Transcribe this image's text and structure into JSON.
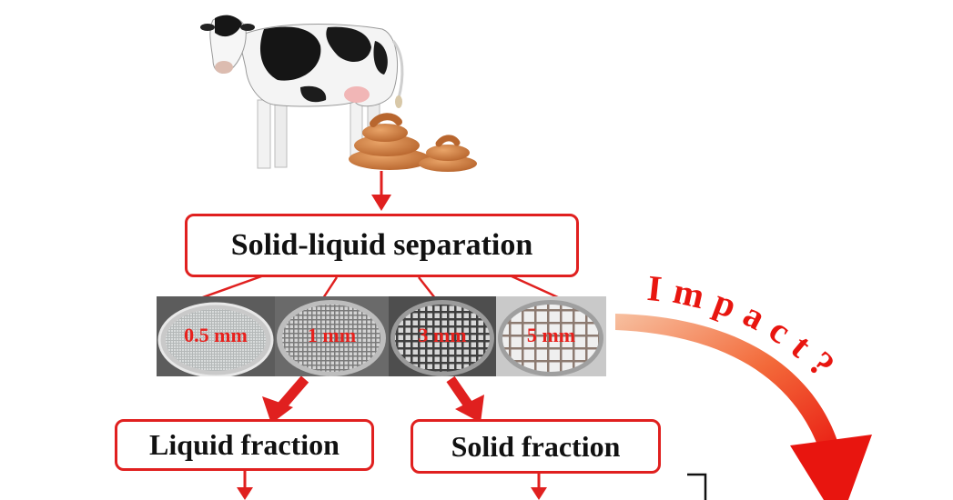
{
  "diagram": {
    "process_box": "Solid-liquid separation",
    "screens": [
      {
        "label": "0.5 mm",
        "pattern": "fine"
      },
      {
        "label": "1 mm",
        "pattern": "small"
      },
      {
        "label": "3 mm",
        "pattern": "medium"
      },
      {
        "label": "5 mm",
        "pattern": "coarse"
      }
    ],
    "outputs": {
      "liquid": "Liquid fraction",
      "solid": "Solid fraction"
    },
    "impact_label": "Impact?",
    "colors": {
      "accent_red": "#e0201f",
      "screen_label_red": "#e8201c",
      "manure_brown": "#c8773c",
      "impact_orange": "#f2a070"
    },
    "icons": [
      "cow-illustration",
      "manure-pile-icon",
      "sieve-screen-photo"
    ]
  }
}
